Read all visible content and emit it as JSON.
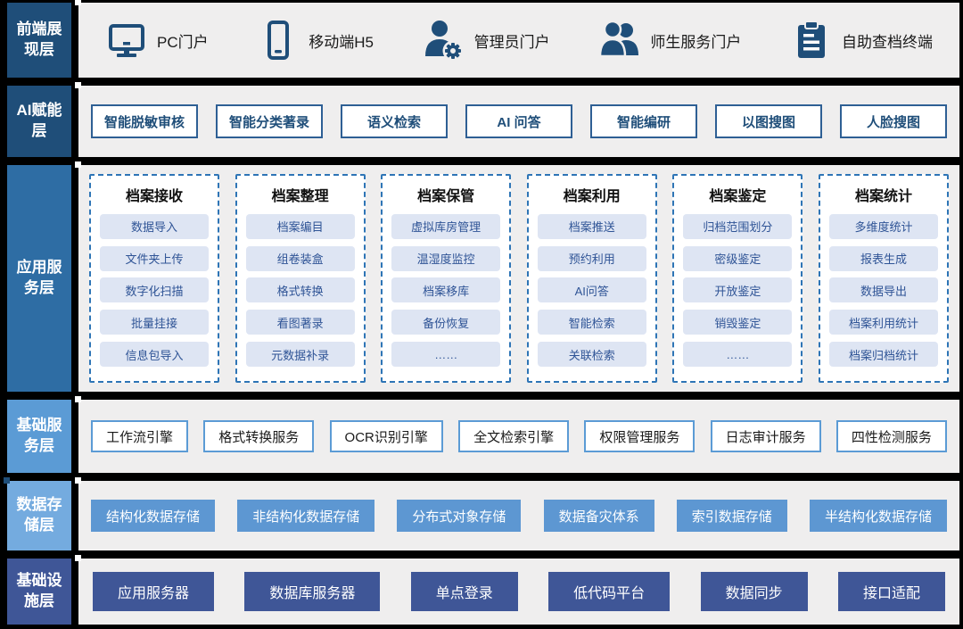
{
  "frontend": {
    "layer_label": "前端展现层",
    "items": [
      {
        "icon": "monitor-icon",
        "label": "PC门户"
      },
      {
        "icon": "smartphone-icon",
        "label": "移动端H5"
      },
      {
        "icon": "admin-user-gear-icon",
        "label": "管理员门户"
      },
      {
        "icon": "users-icon",
        "label": "师生服务门户"
      },
      {
        "icon": "clipboard-icon",
        "label": "自助查档终端"
      }
    ]
  },
  "ai": {
    "layer_label": "AI赋能层",
    "items": [
      "智能脱敏审核",
      "智能分类著录",
      "语义检索",
      "AI 问答",
      "智能编研",
      "以图搜图",
      "人脸搜图"
    ]
  },
  "app": {
    "layer_label": "应用服务层",
    "columns": [
      {
        "title": "档案接收",
        "items": [
          "数据导入",
          "文件夹上传",
          "数字化扫描",
          "批量挂接",
          "信息包导入"
        ]
      },
      {
        "title": "档案整理",
        "items": [
          "档案编目",
          "组卷装盒",
          "格式转换",
          "看图著录",
          "元数据补录"
        ]
      },
      {
        "title": "档案保管",
        "items": [
          "虚拟库房管理",
          "温湿度监控",
          "档案移库",
          "备份恢复",
          "……"
        ]
      },
      {
        "title": "档案利用",
        "items": [
          "档案推送",
          "预约利用",
          "AI问答",
          "智能检索",
          "关联检索"
        ]
      },
      {
        "title": "档案鉴定",
        "items": [
          "归档范围划分",
          "密级鉴定",
          "开放鉴定",
          "销毁鉴定",
          "……"
        ]
      },
      {
        "title": "档案统计",
        "items": [
          "多维度统计",
          "报表生成",
          "数据导出",
          "档案利用统计",
          "档案归档统计"
        ]
      }
    ]
  },
  "base_services": {
    "layer_label": "基础服务层",
    "items": [
      "工作流引擎",
      "格式转换服务",
      "OCR识别引擎",
      "全文检索引擎",
      "权限管理服务",
      "日志审计服务",
      "四性检测服务"
    ]
  },
  "storage": {
    "layer_label": "数据存储层",
    "items": [
      "结构化数据存储",
      "非结构化数据存储",
      "分布式对象存储",
      "数据备灾体系",
      "索引数据存储",
      "半结构化数据存储"
    ]
  },
  "infra": {
    "layer_label": "基础设施层",
    "items": [
      "应用服务器",
      "数据库服务器",
      "单点登录",
      "低代码平台",
      "数据同步",
      "接口适配"
    ]
  },
  "colors": {
    "label_dark_blue": "#1F4E79",
    "label_medium_blue": "#2E6DA4",
    "label_light_blue": "#5B9BD5",
    "label_lighter_blue": "#74ABDF",
    "label_indigo": "#3F5697",
    "panel_gray": "#EFEEEE",
    "background": "#000000",
    "ai_box_border": "#2E5F94",
    "app_dashed_border": "#2E75B6",
    "pill_fill": "#DEE5F3",
    "pill_text": "#2F5496",
    "storage_box_fill": "#5D97D2",
    "infra_box_fill": "#3F5697"
  }
}
